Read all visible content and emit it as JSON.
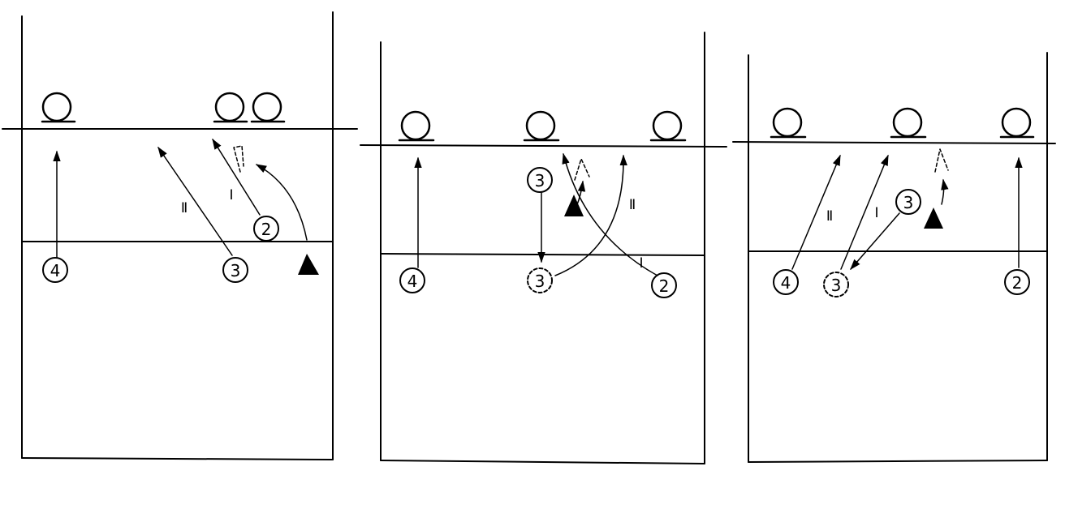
{
  "panels": [
    {
      "id": "left",
      "labels": {
        "p4": "4",
        "p3": "3",
        "p2": "2",
        "r2": "Ⅱ",
        "r1": "Ⅰ"
      }
    },
    {
      "id": "middle",
      "labels": {
        "p4": "4",
        "p3top": "3",
        "p3dash": "3",
        "p2": "2",
        "r2": "Ⅱ",
        "r1": "Ⅰ"
      }
    },
    {
      "id": "right",
      "labels": {
        "p4": "4",
        "p3dash": "3",
        "p3": "3",
        "p2": "2",
        "r2": "Ⅱ",
        "r1": "Ⅰ"
      }
    }
  ]
}
